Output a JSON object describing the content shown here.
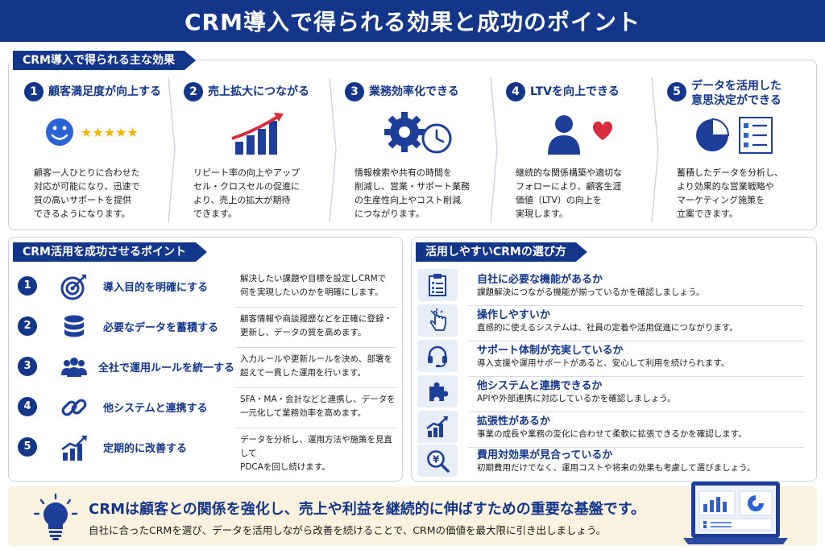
{
  "title": "CRM導入で得られる効果と成功のポイント",
  "effects": {
    "section_title": "CRM導入で得られる主な効果",
    "items": [
      {
        "num": "1",
        "title": "顧客満足度が向上する",
        "desc": "顧客一人ひとりに合わせた\n対応が可能になり、迅速で\n質の高いサポートを提供\nできるようになります。",
        "icon": "smiley-stars-icon",
        "stars": "★★★★★"
      },
      {
        "num": "2",
        "title": "売上拡大につながる",
        "desc": "リピート率の向上やアップ\nセル・クロスセルの促進に\nより、売上の拡大が期待\nできます。",
        "icon": "growth-chart-icon"
      },
      {
        "num": "3",
        "title": "業務効率化できる",
        "desc": "情報検索や共有の時間を\n削減し、営業・サポート業務\nの生産性向上やコスト削減\nにつながります。",
        "icon": "gear-clock-icon"
      },
      {
        "num": "4",
        "title": "LTVを向上できる",
        "desc": "継続的な関係構築や適切な\nフォローにより、顧客生涯\n価値（LTV）の向上を\n実現します。",
        "icon": "person-heart-icon"
      },
      {
        "num": "5",
        "title": "データを活用した\n意思決定ができる",
        "desc": "蓄積したデータを分析し、\nより効果的な営業戦略や\nマーケティング施策を\n立案できます。",
        "icon": "pie-checklist-icon"
      }
    ]
  },
  "points": {
    "section_title": "CRM活用を成功させるポイント",
    "items": [
      {
        "num": "1",
        "label": "導入目的を明確にする",
        "desc": "解決したい課題や目標を設定しCRMで\n何を実現したいのかを明確にします。",
        "icon": "target-icon"
      },
      {
        "num": "2",
        "label": "必要なデータを蓄積する",
        "desc": "顧客情報や商談履歴などを正確に登録・\n更新し、データの質を高めます。",
        "icon": "database-icon"
      },
      {
        "num": "3",
        "label": "全社で運用ルールを統一する",
        "desc": "入力ルールや更新ルールを決め、部署を\n超えて一貫した運用を行います。",
        "icon": "team-icon"
      },
      {
        "num": "4",
        "label": "他システムと連携する",
        "desc": "SFA・MA・会計などと連携し、データを\n一元化して業務効率を高めます。",
        "icon": "link-icon"
      },
      {
        "num": "5",
        "label": "定期的に改善する",
        "desc": "データを分析し、運用方法や施策を見直して\nPDCAを回し続けます。",
        "icon": "improve-chart-icon"
      }
    ]
  },
  "choose": {
    "section_title": "活用しやすいCRMの選び方",
    "items": [
      {
        "title": "自社に必要な機能があるか",
        "desc": "課題解決につながる機能が揃っているかを確認しましょう。",
        "icon": "clipboard-icon"
      },
      {
        "title": "操作しやすいか",
        "desc": "直感的に使えるシステムは、社員の定着や活用促進につながります。",
        "icon": "pointer-hand-icon"
      },
      {
        "title": "サポート体制が充実しているか",
        "desc": "導入支援や運用サポートがあると、安心して利用を続けられます。",
        "icon": "headset-icon"
      },
      {
        "title": "他システムと連携できるか",
        "desc": "APIや外部連携に対応しているかを確認しましょう。",
        "icon": "puzzle-icon"
      },
      {
        "title": "拡張性があるか",
        "desc": "事業の成長や業務の変化に合わせて柔軟に拡張できるかを確認します。",
        "icon": "scale-chart-icon"
      },
      {
        "title": "費用対効果が見合っているか",
        "desc": "初期費用だけでなく、運用コストや将来の効果も考慮して選びましょう。",
        "icon": "yen-magnifier-icon"
      }
    ]
  },
  "footer": {
    "main": "CRMは顧客との関係を強化し、売上や利益を継続的に伸ばすための重要な基盤です。",
    "sub": "自社に合ったCRMを選び、データを活用しながら改善を続けることで、CRMの価値を最大限に引き出しましょう。",
    "icon": "lightbulb-icon",
    "laptop_icon": "laptop-dashboard-icon"
  },
  "colors": {
    "primary": "#13358a",
    "accent": "#d82b3c",
    "star": "#f5b400",
    "footer_bg": "#fbf3df"
  }
}
